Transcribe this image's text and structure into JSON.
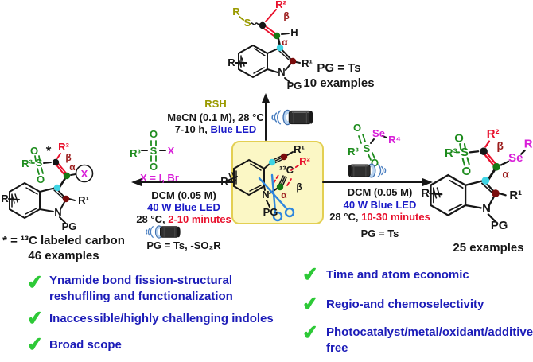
{
  "colors": {
    "structure_black": "#161616",
    "olive": "#9a9a00",
    "red": "#e8112d",
    "dark_red": "#9b1c1c",
    "green": "#1e8c1e",
    "magenta": "#d81fd8",
    "blue_text": "#1c1cc8",
    "check_green": "#2dc937",
    "cyan_dot": "#3fd4e4",
    "dark_red_dot": "#7a0c0c",
    "green_dot": "#157a15",
    "box_fill": "#fbf7c5",
    "box_border": "#e3cf52",
    "scissors_blue": "#2e86de"
  },
  "atoms": {
    "R": "R",
    "S": "S",
    "O": "O",
    "N": "N",
    "H": "H",
    "X": "X",
    "Se": "Se",
    "PG": "PG",
    "R1": "R¹",
    "R2": "R²",
    "R3": "R³",
    "R4": "R⁴",
    "C13": "¹³C",
    "alpha": "α",
    "beta": "β",
    "asterisk": "*"
  },
  "reagents": {
    "thiol": "RSH",
    "halide_options": "X = I, Br"
  },
  "arrows": {
    "top": {
      "solvent": "MeCN (0.1 M), 28 °C",
      "time": "7-10 h, ",
      "led": "Blue LED"
    },
    "left": {
      "solvent": "DCM (0.05 M)",
      "led": "40 W Blue LED",
      "temp": "28 °C, ",
      "time": "2-10 minutes",
      "pg": "PG = Ts, -SO₂R"
    },
    "right": {
      "solvent": "DCM (0.05 M)",
      "led": "40 W Blue LED",
      "temp": "28 °C, ",
      "time": "10-30 minutes",
      "pg": "PG = Ts"
    }
  },
  "notes": {
    "top_product": {
      "pg": "PG = Ts",
      "examples": "10 examples"
    },
    "left_product": {
      "label": "* = ¹³C labeled carbon",
      "examples": "46 examples"
    },
    "right_product": {
      "examples": "25 examples"
    }
  },
  "features": {
    "check": "✔",
    "left": [
      "Ynamide bond fission-structural reshuflling and functionalization",
      "Inaccessible/highly challenging indoles",
      "Broad scope"
    ],
    "right": [
      "Time and atom economic",
      "Regio-and chemoselectivity",
      "Photocatalyst/metal/oxidant/additive free"
    ]
  }
}
